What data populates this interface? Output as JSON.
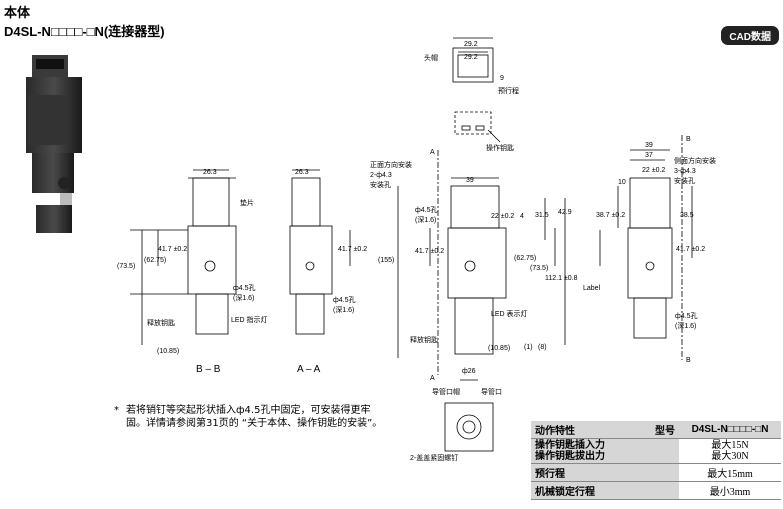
{
  "header": {
    "section_title": "本体",
    "model_title": "D4SL-N□□□□-□N(连接器型)",
    "cad_label": "CAD数据"
  },
  "drawing": {
    "top_view": {
      "dims": [
        "29.2",
        "29.2",
        "9"
      ],
      "labels": {
        "head": "头帽",
        "stroke": "预行程",
        "key": "操作钥匙"
      }
    },
    "view_bb": {
      "dims": [
        "26.3",
        "41.7 ±0.2",
        "(62.75)",
        "(73.5)",
        "(10.85)"
      ],
      "labels": {
        "pad": "垫片",
        "hole": "ф4.5孔",
        "hole_depth": "(深1.6)",
        "release_key": "释放钥匙",
        "led": "LED 指示灯"
      },
      "caption": "B – B"
    },
    "view_aa": {
      "dims": [
        "26.3",
        "41.7 ±0.2"
      ],
      "labels": {
        "hole": "ф4.5孔",
        "hole_depth": "(深1.6)"
      },
      "caption": "A – A"
    },
    "front_view": {
      "dims": [
        "39",
        "22 ±0.2",
        "4",
        "31.5",
        "42.9",
        "41.7 ±0.2",
        "(155)",
        "(62.75)",
        "(73.5)",
        "112.1 ±0.8",
        "(10.85)",
        "(1)",
        "(8)",
        "ф26"
      ],
      "labels": {
        "front_mount": "正面方向安装",
        "front_holes": "2-ф4.3",
        "front_holes2": "安装孔",
        "hole": "ф4.5孔",
        "hole_depth": "(深1.6)",
        "release_key": "释放钥匙",
        "led": "LED 表示灯",
        "arrow_a": "A"
      }
    },
    "side_view": {
      "dims": [
        "39",
        "37",
        "10",
        "22 ±0.2",
        "38.7 ±0.2",
        "38.5",
        "41.7 ±0.2"
      ],
      "labels": {
        "side_mount": "侧面方向安装",
        "side_holes": "3-ф4.3",
        "side_holes2": "安装孔",
        "label": "Label",
        "hole": "ф4.5孔",
        "hole_depth": "(深1.6)",
        "arrow_b": "B"
      }
    },
    "bottom_view": {
      "labels": {
        "conduit": "导管口帽",
        "conduit_port": "导管口",
        "screw": "2-盖盖紧固螺钉"
      }
    }
  },
  "note": {
    "star": "*",
    "text": "若将销钉等突起形状插入ф4.5孔中固定，可安装得更牢固。详情请参阅第31页的 “关于本体、操作钥匙的安装”。"
  },
  "spec_table": {
    "header": [
      "动作特性",
      "型号",
      "D4SL-N□□□□-□N"
    ],
    "rows": [
      {
        "label": "操作钥匙插入力\n操作钥匙拔出力",
        "value": "最大15N\n最大30N"
      },
      {
        "label": "预行程",
        "value": "最大15mm"
      },
      {
        "label": "机械锁定行程",
        "value": "最小3mm"
      }
    ]
  }
}
